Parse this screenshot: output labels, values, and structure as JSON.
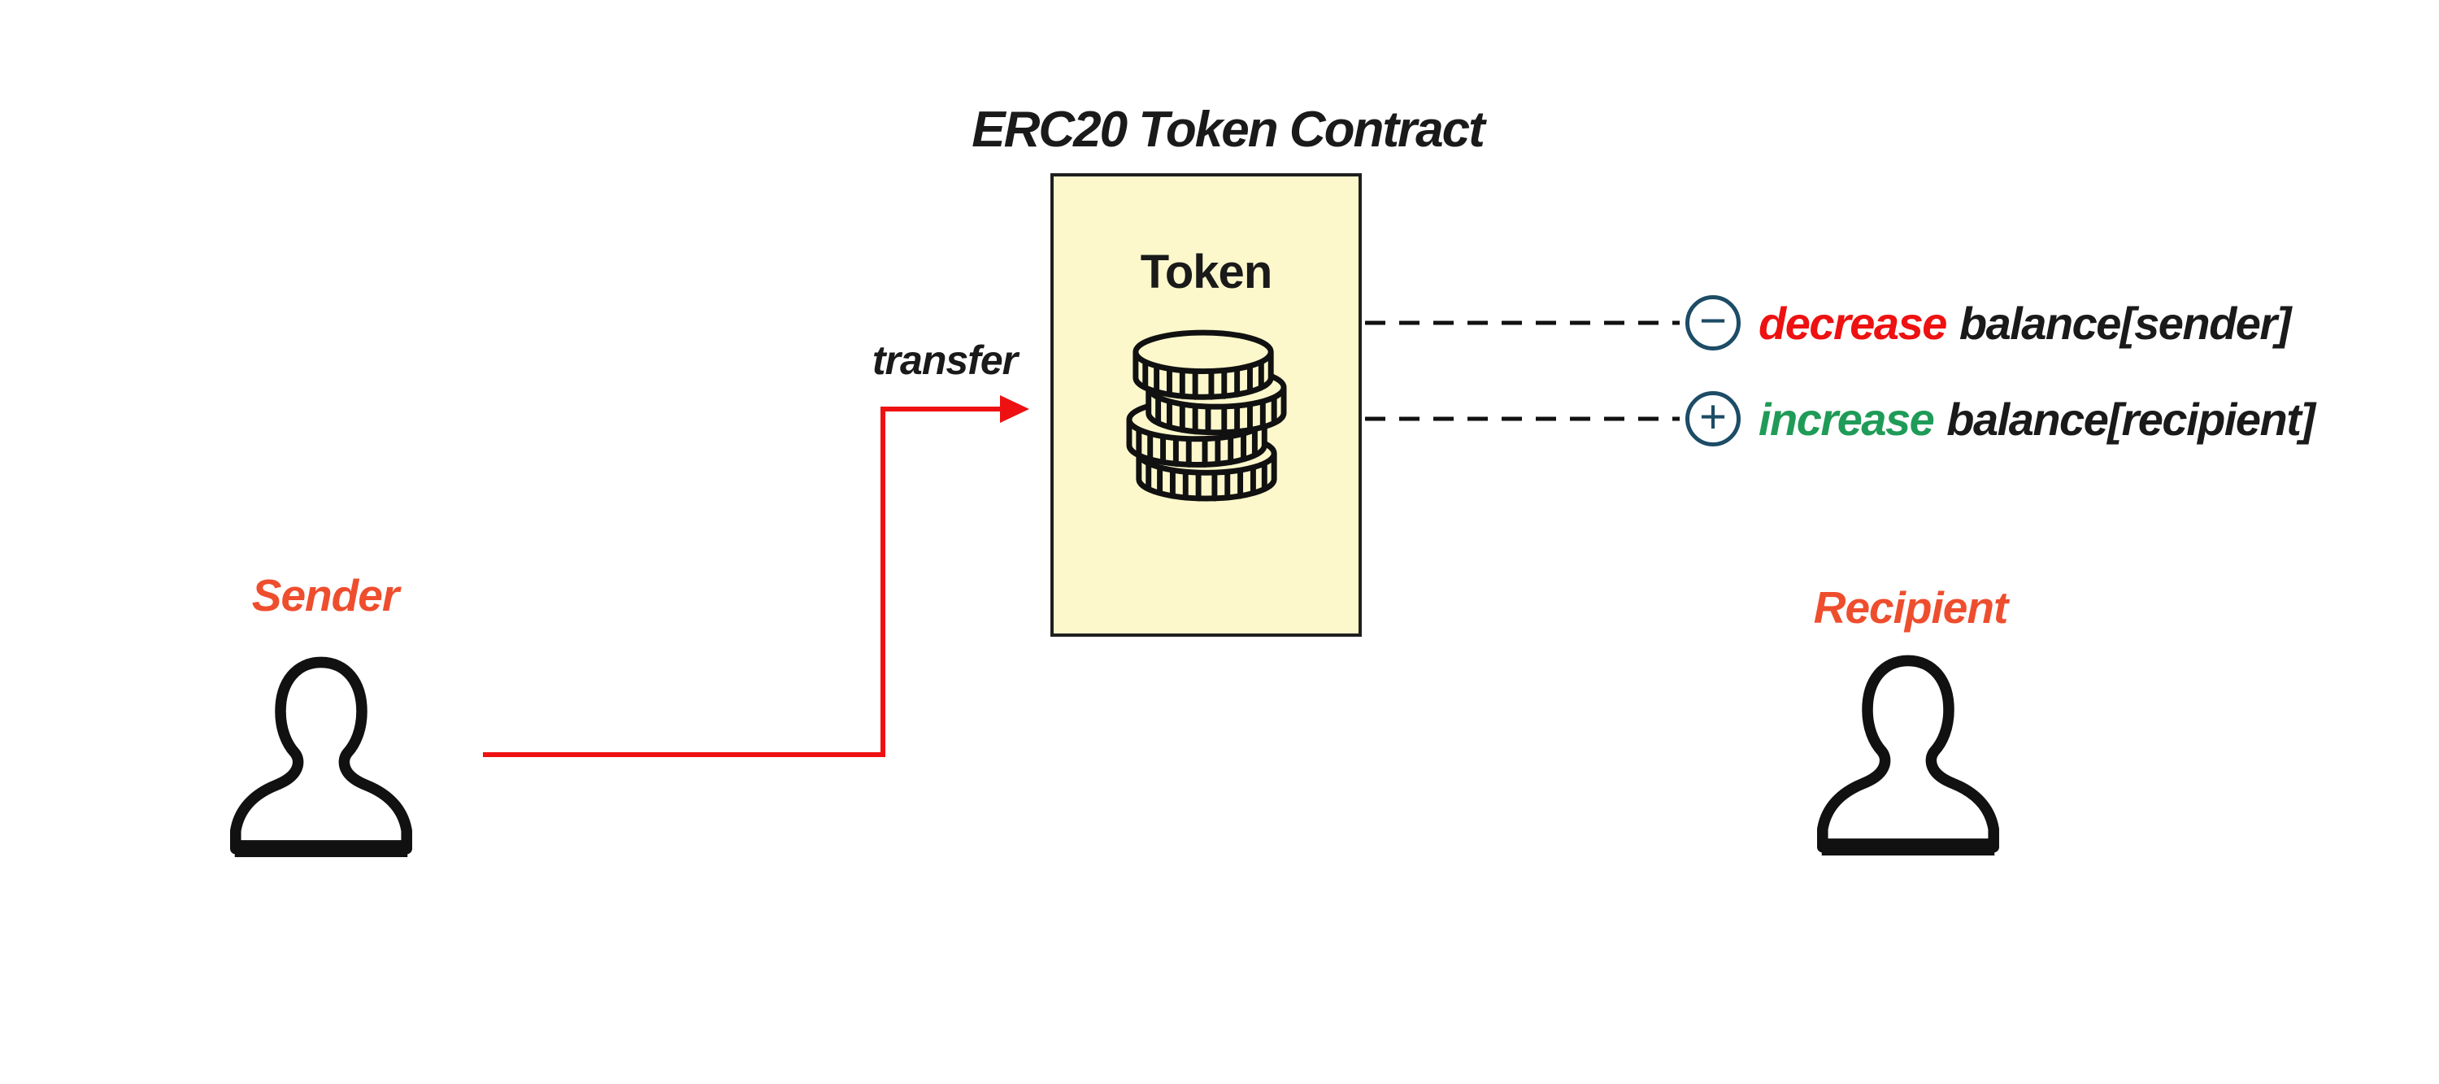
{
  "title": "ERC20 Token Contract",
  "contract": {
    "name": "Token"
  },
  "transfer": {
    "label": "transfer"
  },
  "effects": {
    "decrease": {
      "sign": "−",
      "verb": "decrease",
      "target": "balance[sender]"
    },
    "increase": {
      "sign": "+",
      "verb": "increase",
      "target": "balance[recipient]"
    }
  },
  "actors": {
    "sender": {
      "label": "Sender"
    },
    "recipient": {
      "label": "Recipient"
    }
  },
  "colors": {
    "arrow_red": "#ee1111",
    "decrease_red": "#ee1111",
    "increase_green": "#1f9b57",
    "actor_label_orange": "#ee4e2e",
    "badge_circle_navy": "#1c4c66",
    "contract_box_fill": "#fcf8cc",
    "ink": "#1a1a1a"
  }
}
